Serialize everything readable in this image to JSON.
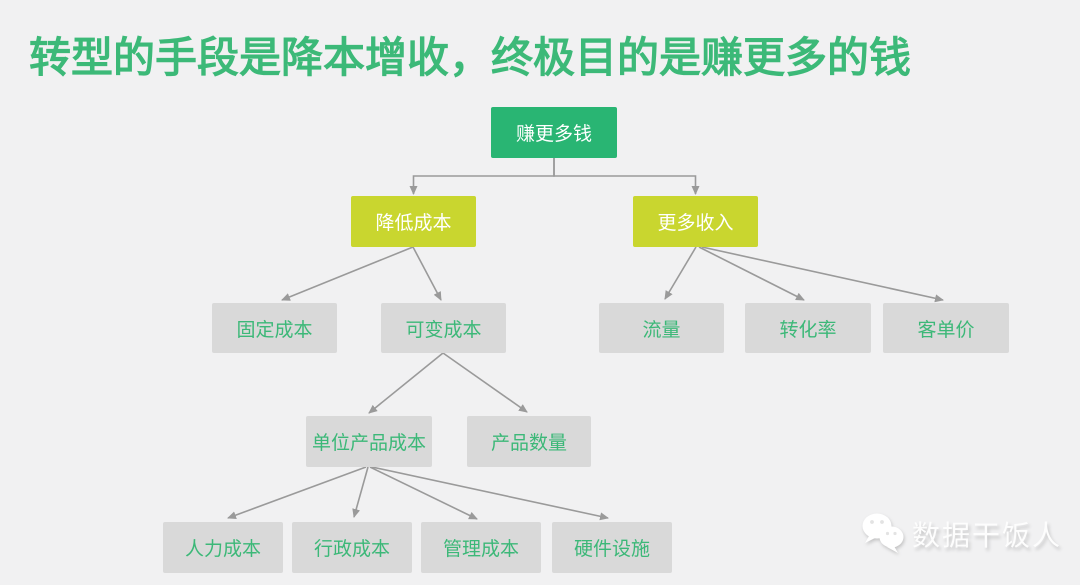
{
  "title": "转型的手段是降本增收，终极目的是赚更多的钱",
  "colors": {
    "background": "#f1f1f2",
    "title": "#3cb978",
    "root_node": "#29b573",
    "branch_node": "#c9d62f",
    "leaf_node": "#d9d9d9",
    "leaf_text": "#3cb878",
    "node_text_light": "#ffffff",
    "connector": "#9a9a9a",
    "watermark": "#fdfdfd"
  },
  "diagram": {
    "nodes": [
      {
        "id": "root",
        "label": "赚更多钱",
        "type": "root"
      },
      {
        "id": "reduce-cost",
        "label": "降低成本",
        "type": "branch"
      },
      {
        "id": "more-income",
        "label": "更多收入",
        "type": "branch"
      },
      {
        "id": "fixed-cost",
        "label": "固定成本",
        "type": "leaf"
      },
      {
        "id": "variable-cost",
        "label": "可变成本",
        "type": "leaf"
      },
      {
        "id": "traffic",
        "label": "流量",
        "type": "leaf"
      },
      {
        "id": "conversion-rate",
        "label": "转化率",
        "type": "leaf"
      },
      {
        "id": "avg-order-value",
        "label": "客单价",
        "type": "leaf"
      },
      {
        "id": "unit-product-cost",
        "label": "单位产品成本",
        "type": "leaf"
      },
      {
        "id": "product-quantity",
        "label": "产品数量",
        "type": "leaf"
      },
      {
        "id": "labor-cost",
        "label": "人力成本",
        "type": "leaf"
      },
      {
        "id": "admin-cost",
        "label": "行政成本",
        "type": "leaf"
      },
      {
        "id": "management-cost",
        "label": "管理成本",
        "type": "leaf"
      },
      {
        "id": "hardware-facilities",
        "label": "硬件设施",
        "type": "leaf"
      }
    ],
    "edges": [
      {
        "from": "root",
        "to": "reduce-cost"
      },
      {
        "from": "root",
        "to": "more-income"
      },
      {
        "from": "reduce-cost",
        "to": "fixed-cost"
      },
      {
        "from": "reduce-cost",
        "to": "variable-cost"
      },
      {
        "from": "more-income",
        "to": "traffic"
      },
      {
        "from": "more-income",
        "to": "conversion-rate"
      },
      {
        "from": "more-income",
        "to": "avg-order-value"
      },
      {
        "from": "variable-cost",
        "to": "unit-product-cost"
      },
      {
        "from": "variable-cost",
        "to": "product-quantity"
      },
      {
        "from": "unit-product-cost",
        "to": "labor-cost"
      },
      {
        "from": "unit-product-cost",
        "to": "admin-cost"
      },
      {
        "from": "unit-product-cost",
        "to": "management-cost"
      },
      {
        "from": "unit-product-cost",
        "to": "hardware-facilities"
      }
    ]
  },
  "watermark": {
    "icon": "wechat-icon",
    "label": "数据干饭人"
  }
}
